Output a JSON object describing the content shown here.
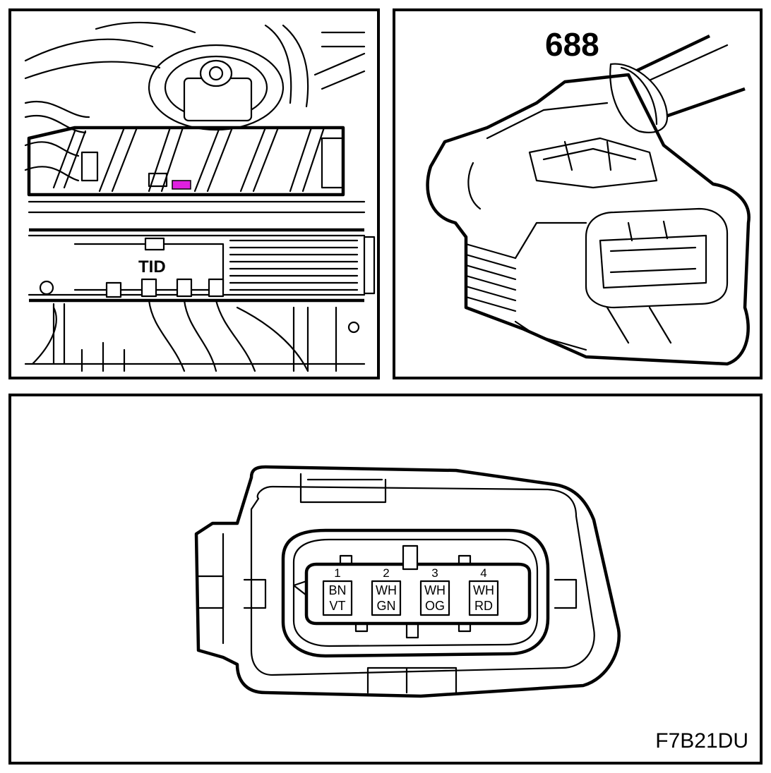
{
  "engine_view": {
    "component_label": "TID",
    "highlight_color": "#e020e0"
  },
  "connector_view": {
    "connector_number": "688"
  },
  "connector_face": {
    "pins": [
      {
        "number": "1",
        "wire_top": "BN",
        "wire_bottom": "VT"
      },
      {
        "number": "2",
        "wire_top": "WH",
        "wire_bottom": "GN"
      },
      {
        "number": "3",
        "wire_top": "WH",
        "wire_bottom": "OG"
      },
      {
        "number": "4",
        "wire_top": "WH",
        "wire_bottom": "RD"
      }
    ]
  },
  "figure_id": "F7B21DU"
}
